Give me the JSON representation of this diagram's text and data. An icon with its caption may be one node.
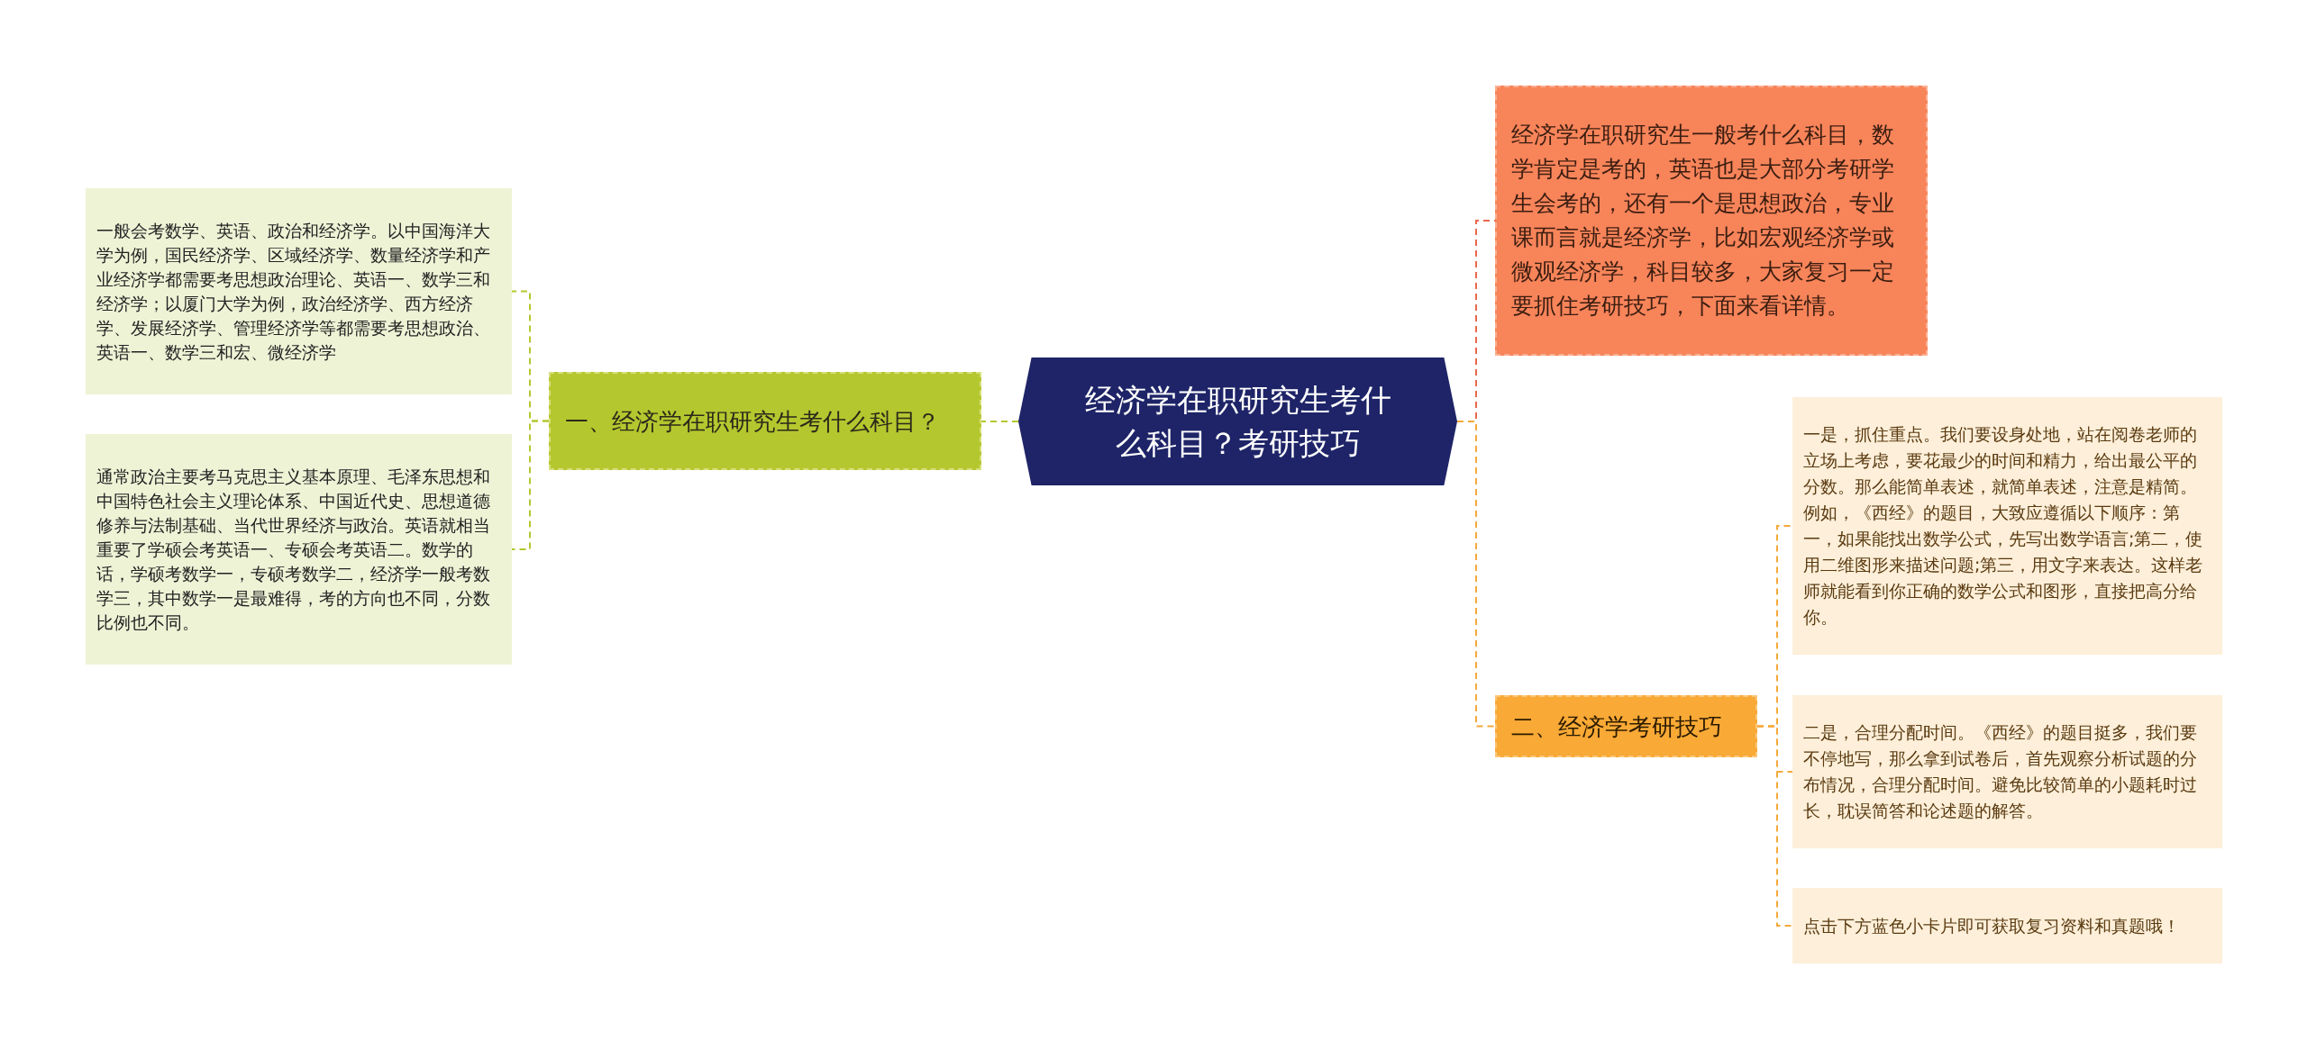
{
  "diagram": {
    "nodes": [
      {
        "text": [
          "经济学在职研究生考什么科目？考研技巧"
        ]
      },
      {
        "text": [
          "一、经济学在职研究生考什么科目？"
        ]
      },
      {
        "text": [
          "一般会考数学、英语、政治和经济学。以中国海洋大学为例，国民经济学、区域经济学、数量经济学和产业经济学都需要考思想政治理论、英语一、数学三和经济学；以厦门大学为例，政治经济学、西方经济学、发展经济学、管理经济学等都需要考思想政治、英语一、数学三和宏、微经济学"
        ]
      },
      {
        "text": [
          "通常政治主要考马克思主义基本原理、毛泽东思想和中国特色社会主义理论体系、中国近代史、思想道德修养与法制基础、当代世界经济与政治。英语就相当重要了学硕会考英语一、专硕会考英语二。数学的话，学硕考数学一，专硕考数学二，经济学一般考数学三，其中数学一是最难得，考的方向也不同，分数比例也不同。"
        ]
      },
      {
        "text": [
          "经济学在职研究生一般考什么科目，数学肯定是考的，英语也是大部分考研学生会考的，还有一个是思想政治，专业课而言就是经济学，比如宏观经济学或微观经济学，科目较多，大家复习一定要抓住考研技巧，下面来看详情。"
        ]
      },
      {
        "text": [
          "二、经济学考研技巧"
        ]
      },
      {
        "text": [
          "一是，抓住重点。我们要设身处地，站在阅卷老师的立场上考虑，要花最少的时间和精力，给出最公平的分数。那么能简单表述，就简单表述，注意是精简。例如，《西经》的题目，大致应遵循以下顺序：第一，如果能找出数学公式，先写出数学语言;第二，使用二维图形来描述问题;第三，用文字来表达。这样老师就能看到你正确的数学公式和图形，直接把高分给你。"
        ]
      },
      {
        "text": [
          "二是，合理分配时间。《西经》的题目挺多，我们要不停地写，那么拿到试卷后，首先观察分析试题的分布情况，合理分配时间。避免比较简单的小题耗时过长，耽误简答和论述题的解答。"
        ]
      },
      {
        "text": [
          "点击下方蓝色小卡片即可获取复习资料和真题哦！"
        ]
      }
    ],
    "edges": [
      {
        "from": 0,
        "to": 1,
        "arrow": "none",
        "color": "#b5c72f"
      },
      {
        "from": 1,
        "to": 2,
        "arrow": "none",
        "color": "#b5c72f"
      },
      {
        "from": 1,
        "to": 3,
        "arrow": "none",
        "color": "#b5c72f"
      },
      {
        "from": 0,
        "to": 4,
        "arrow": "none",
        "color": "#e8684a"
      },
      {
        "from": 0,
        "to": 5,
        "arrow": "none"
      },
      {
        "from": 5,
        "to": 6,
        "arrow": "none"
      },
      {
        "from": 5,
        "to": 7,
        "arrow": "none"
      },
      {
        "from": 5,
        "to": 8,
        "arrow": "none"
      }
    ]
  }
}
